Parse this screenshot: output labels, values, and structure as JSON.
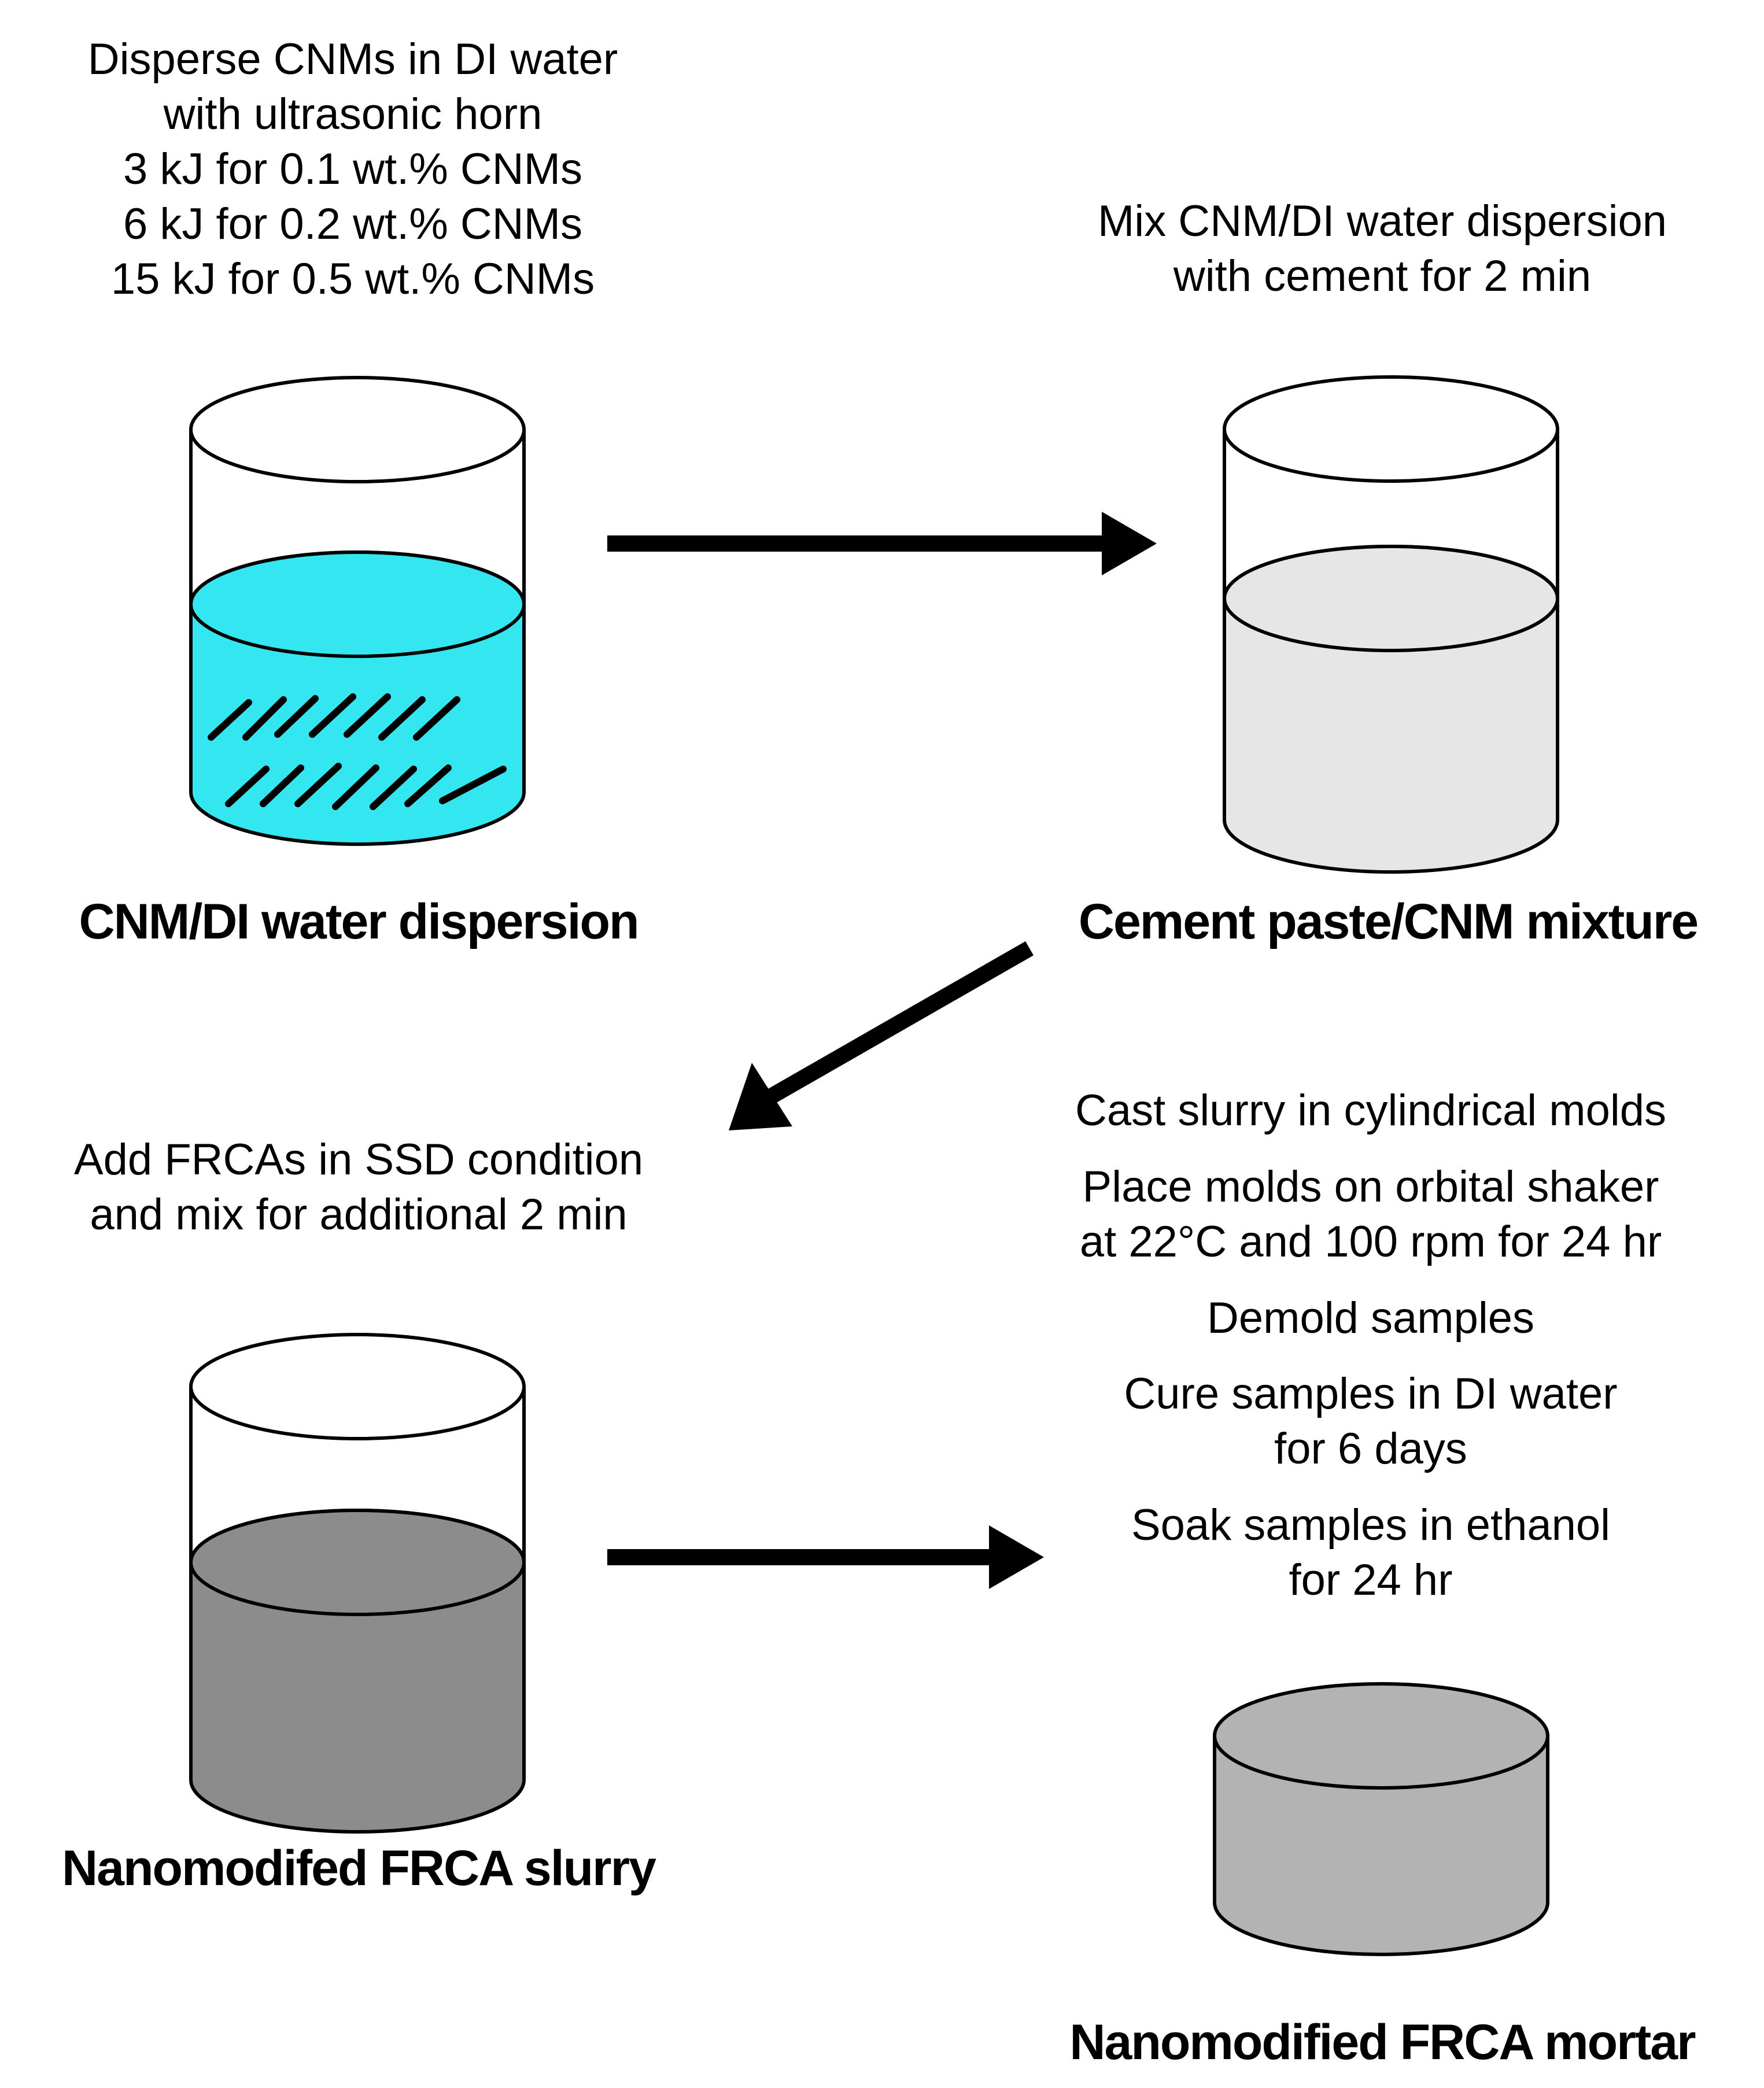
{
  "steps": {
    "disperse": {
      "lines": [
        "Disperse CNMs in DI water",
        "with ultrasonic horn",
        "3 kJ for 0.1 wt.% CNMs",
        "6 kJ for 0.2 wt.% CNMs",
        "15 kJ for 0.5 wt.% CNMs"
      ]
    },
    "mix_cement": {
      "lines": [
        "Mix CNM/DI water dispersion",
        "with cement for 2 min"
      ]
    },
    "add_frca": {
      "lines": [
        "Add FRCAs in SSD condition",
        "and mix for additional 2 min"
      ]
    },
    "cast": {
      "lines": [
        "Cast slurry in cylindrical molds"
      ]
    },
    "shaker": {
      "lines": [
        "Place molds on orbital shaker",
        "at 22°C and 100 rpm for 24 hr"
      ]
    },
    "demold": {
      "lines": [
        "Demold samples"
      ]
    },
    "cure": {
      "lines": [
        "Cure samples in DI water",
        "for 6 days"
      ]
    },
    "soak": {
      "lines": [
        "Soak samples in ethanol",
        "for 24 hr"
      ]
    }
  },
  "labels": {
    "dispersion": "CNM/DI water dispersion",
    "cement_mixture": "Cement paste/CNM mixture",
    "slurry": "Nanomodifed FRCA slurry",
    "mortar": "Nanomodified FRCA mortar"
  },
  "colors": {
    "dispersion_fill": "#33e6f0",
    "cement_fill": "#e6e6e6",
    "slurry_fill": "#8c8c8c",
    "mortar_fill": "#b3b3b3",
    "stroke": "#000000"
  }
}
